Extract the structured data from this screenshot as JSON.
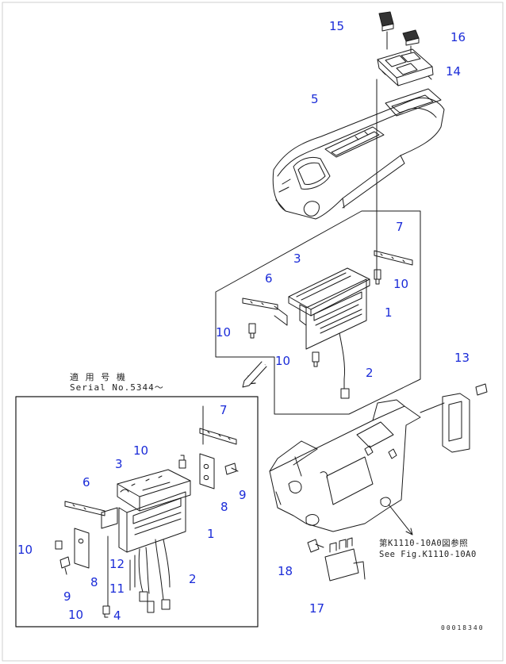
{
  "callouts": {
    "c1a": "1",
    "c1b": "1",
    "c2a": "2",
    "c2b": "2",
    "c3a": "3",
    "c3b": "3",
    "c4": "4",
    "c5": "5",
    "c6a": "6",
    "c6b": "6",
    "c7a": "7",
    "c7b": "7",
    "c8a": "8",
    "c8b": "8",
    "c9a": "9",
    "c9b": "9",
    "c10a": "10",
    "c10b": "10",
    "c10c": "10",
    "c10d": "10",
    "c10e": "10",
    "c10f": "10",
    "c11": "11",
    "c12": "12",
    "c13": "13",
    "c14": "14",
    "c15": "15",
    "c16": "16",
    "c17": "17",
    "c18": "18"
  },
  "inset": {
    "applicable_jp": "適 用 号 機",
    "serial": "Serial No.5344～"
  },
  "reference": {
    "jp": "第K1110-10A0図参照",
    "en": "See Fig.K1110-10A0"
  },
  "figure_code": "00018340",
  "colors": {
    "callout": "#1a2bd8",
    "line": "#1a1a1a"
  }
}
